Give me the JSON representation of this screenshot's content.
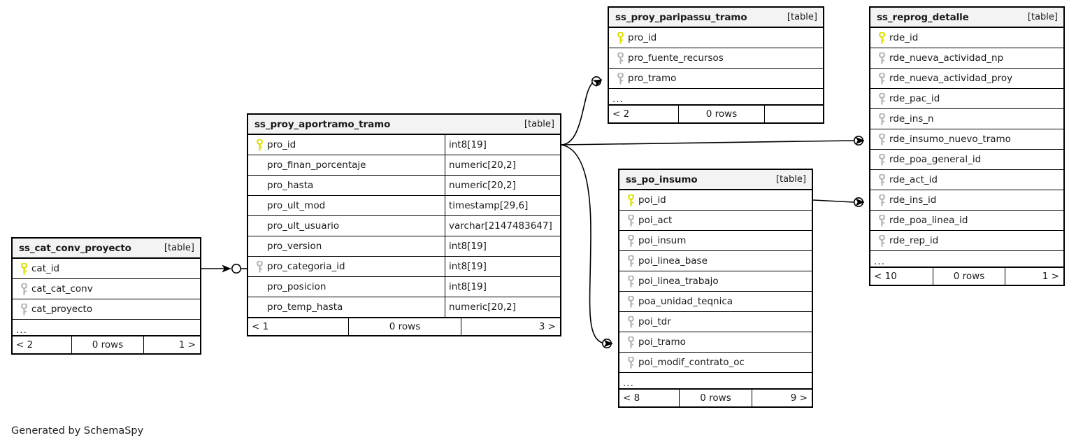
{
  "diagram": {
    "generator_credit": "Generated by SchemaSpy",
    "table_kind_label": "[table]",
    "ellipsis": "...",
    "rows_label": "0 rows",
    "colors": {
      "primary_key": "#e8e800",
      "foreign_key": "#b0b0b0",
      "border": "#000000",
      "header_bg": "#f3f3f3",
      "page_bg": "#ffffff",
      "text": "#1a1a1a"
    }
  },
  "tables": {
    "cat_conv_proyecto": {
      "name": "ss_cat_conv_proyecto",
      "kind": "[table]",
      "columns": [
        {
          "key": "pk",
          "name": "cat_id",
          "type": ""
        },
        {
          "key": "fk",
          "name": "cat_cat_conv",
          "type": ""
        },
        {
          "key": "fk",
          "name": "cat_proyecto",
          "type": ""
        }
      ],
      "has_more": true,
      "footer": {
        "left": "< 2",
        "center": "0 rows",
        "right": "1 >"
      }
    },
    "proy_aportramo_tramo": {
      "name": "ss_proy_aportramo_tramo",
      "kind": "[table]",
      "columns": [
        {
          "key": "pk",
          "name": "pro_id",
          "type": "int8[19]"
        },
        {
          "key": "none",
          "name": "pro_finan_porcentaje",
          "type": "numeric[20,2]"
        },
        {
          "key": "none",
          "name": "pro_hasta",
          "type": "numeric[20,2]"
        },
        {
          "key": "none",
          "name": "pro_ult_mod",
          "type": "timestamp[29,6]"
        },
        {
          "key": "none",
          "name": "pro_ult_usuario",
          "type": "varchar[2147483647]"
        },
        {
          "key": "none",
          "name": "pro_version",
          "type": "int8[19]"
        },
        {
          "key": "fk",
          "name": "pro_categoria_id",
          "type": "int8[19]"
        },
        {
          "key": "none",
          "name": "pro_posicion",
          "type": "int8[19]"
        },
        {
          "key": "none",
          "name": "pro_temp_hasta",
          "type": "numeric[20,2]"
        }
      ],
      "has_more": false,
      "footer": {
        "left": "< 1",
        "center": "0 rows",
        "right": "3 >"
      }
    },
    "proy_paripassu_tramo": {
      "name": "ss_proy_paripassu_tramo",
      "kind": "[table]",
      "columns": [
        {
          "key": "pk",
          "name": "pro_id",
          "type": ""
        },
        {
          "key": "fk",
          "name": "pro_fuente_recursos",
          "type": ""
        },
        {
          "key": "fk",
          "name": "pro_tramo",
          "type": ""
        }
      ],
      "has_more": true,
      "footer": {
        "left": "< 2",
        "center": "0 rows",
        "right": ""
      }
    },
    "po_insumo": {
      "name": "ss_po_insumo",
      "kind": "[table]",
      "columns": [
        {
          "key": "pk",
          "name": "poi_id",
          "type": ""
        },
        {
          "key": "fk",
          "name": "poi_act",
          "type": ""
        },
        {
          "key": "fk",
          "name": "poi_insum",
          "type": ""
        },
        {
          "key": "fk",
          "name": "poi_linea_base",
          "type": ""
        },
        {
          "key": "fk",
          "name": "poi_linea_trabajo",
          "type": ""
        },
        {
          "key": "fk",
          "name": "poa_unidad_teqnica",
          "type": ""
        },
        {
          "key": "fk",
          "name": "poi_tdr",
          "type": ""
        },
        {
          "key": "fk",
          "name": "poi_tramo",
          "type": ""
        },
        {
          "key": "fk",
          "name": "poi_modif_contrato_oc",
          "type": ""
        }
      ],
      "has_more": true,
      "footer": {
        "left": "< 8",
        "center": "0 rows",
        "right": "9 >"
      }
    },
    "reprog_detalle": {
      "name": "ss_reprog_detalle",
      "kind": "[table]",
      "columns": [
        {
          "key": "pk",
          "name": "rde_id",
          "type": ""
        },
        {
          "key": "fk",
          "name": "rde_nueva_actividad_np",
          "type": ""
        },
        {
          "key": "fk",
          "name": "rde_nueva_actividad_proy",
          "type": ""
        },
        {
          "key": "fk",
          "name": "rde_pac_id",
          "type": ""
        },
        {
          "key": "fk",
          "name": "rde_ins_n",
          "type": ""
        },
        {
          "key": "fk",
          "name": "rde_insumo_nuevo_tramo",
          "type": ""
        },
        {
          "key": "fk",
          "name": "rde_poa_general_id",
          "type": ""
        },
        {
          "key": "fk",
          "name": "rde_act_id",
          "type": ""
        },
        {
          "key": "fk",
          "name": "rde_ins_id",
          "type": ""
        },
        {
          "key": "fk",
          "name": "rde_poa_linea_id",
          "type": ""
        },
        {
          "key": "fk",
          "name": "rde_rep_id",
          "type": ""
        }
      ],
      "has_more": true,
      "footer": {
        "left": "< 10",
        "center": "0 rows",
        "right": "1 >"
      }
    }
  },
  "relationships": [
    {
      "from": "ss_cat_conv_proyecto.cat_id",
      "to": "ss_proy_aportramo_tramo.pro_categoria_id"
    },
    {
      "from": "ss_proy_aportramo_tramo.pro_id",
      "to": "ss_proy_paripassu_tramo.pro_tramo"
    },
    {
      "from": "ss_proy_aportramo_tramo.pro_id",
      "to": "ss_reprog_detalle.rde_insumo_nuevo_tramo"
    },
    {
      "from": "ss_proy_aportramo_tramo.pro_id",
      "to": "ss_po_insumo.poi_tramo"
    },
    {
      "from": "ss_po_insumo.poi_id",
      "to": "ss_reprog_detalle.rde_ins_id"
    }
  ]
}
